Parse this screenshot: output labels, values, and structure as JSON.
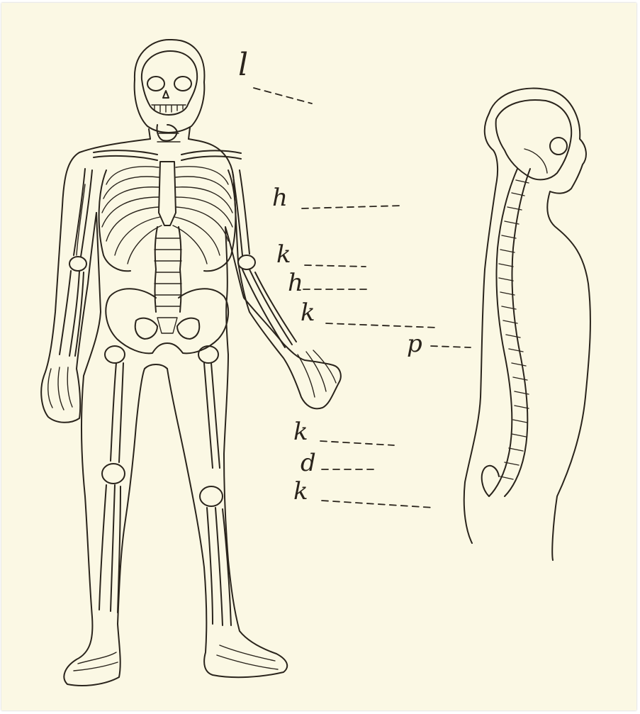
{
  "labels": [
    {
      "id": "skull",
      "text": "l"
    },
    {
      "id": "rib-cage",
      "text": "h"
    },
    {
      "id": "arm-upper",
      "text": "k"
    },
    {
      "id": "spine-front",
      "text": "h"
    },
    {
      "id": "arm-lower",
      "text": "k"
    },
    {
      "id": "spine-side",
      "text": "p"
    },
    {
      "id": "leg-upper",
      "text": "k"
    },
    {
      "id": "knee",
      "text": "d"
    },
    {
      "id": "leg-lower",
      "text": "k"
    }
  ],
  "colors": {
    "paper": "#fbf8e4",
    "ink": "#2a241c"
  }
}
